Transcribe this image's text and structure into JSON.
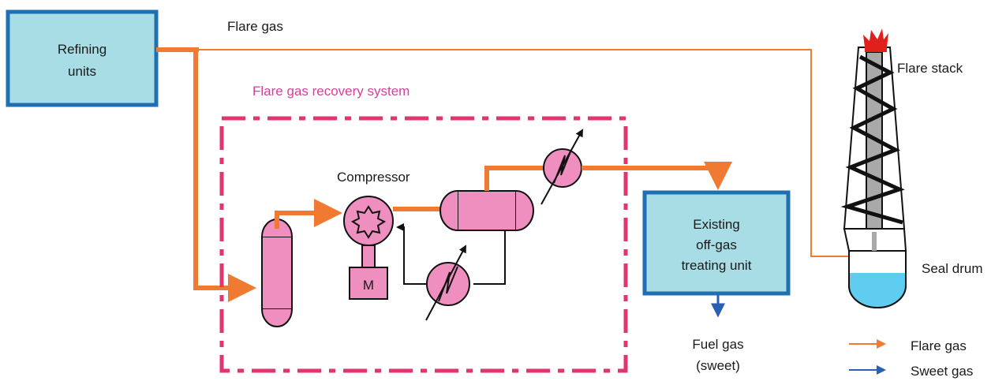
{
  "colors": {
    "flare_line": "#f07a32",
    "sweet_line": "#2b5fb4",
    "box_fill": "#a8dde6",
    "box_border": "#1f6fb2",
    "equipment_fill": "#ee8fc0",
    "dashed_border": "#e0356f",
    "seal_liquid": "#5fcdf0",
    "flame": "#e0201a"
  },
  "refining_units": {
    "line1": "Refining",
    "line2": "units"
  },
  "flare_gas_top": "Flare gas",
  "recovery_system": {
    "title": "Flare gas recovery system"
  },
  "compressor": {
    "label": "Compressor",
    "motor": "M"
  },
  "treating_unit": {
    "line1": "Existing",
    "line2": "off-gas",
    "line3": "treating unit"
  },
  "fuel_gas": {
    "line1": "Fuel gas",
    "line2": "(sweet)"
  },
  "flare_stack": "Flare stack",
  "seal_drum": "Seal drum",
  "legend": [
    {
      "label": "Flare gas",
      "color": "#f07a32"
    },
    {
      "label": "Sweet gas",
      "color": "#2b5fb4"
    }
  ],
  "icons": [
    "compressor-icon",
    "motor-icon",
    "heat-exchanger-icon",
    "flame-icon"
  ]
}
